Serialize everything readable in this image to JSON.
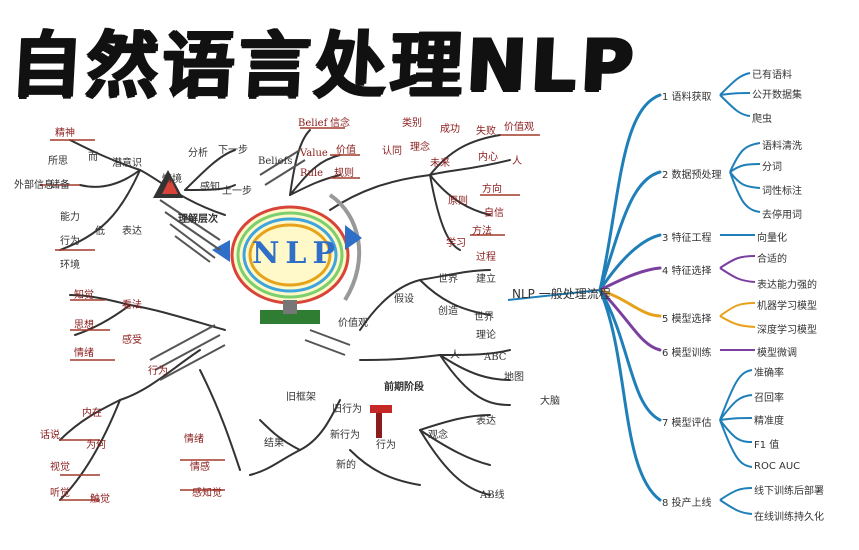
{
  "title": "自然语言处理NLP",
  "center": {
    "badge_text": "NLP",
    "flow_title": "NLP 一般处理流程"
  },
  "flow": {
    "steps": [
      {
        "label": "1  语料获取",
        "color": "#1f7fb8",
        "leaves": [
          "已有语料",
          "公开数据集",
          "爬虫"
        ]
      },
      {
        "label": "2  数据预处理",
        "color": "#1f7fb8",
        "leaves": [
          "语料清洗",
          "分词",
          "词性标注",
          "去停用词"
        ]
      },
      {
        "label": "3  特征工程",
        "color": "#1f7fb8",
        "leaves": [
          "向量化"
        ]
      },
      {
        "label": "4  特征选择",
        "color": "#7b3fa0",
        "leaves": [
          "合适的",
          "表达能力强的"
        ]
      },
      {
        "label": "5  模型选择",
        "color": "#e7a21b",
        "leaves": [
          "机器学习模型",
          "深度学习模型"
        ]
      },
      {
        "label": "6  模型训练",
        "color": "#7b3fa0",
        "leaves": [
          "模型微调"
        ]
      },
      {
        "label": "7  模型评估",
        "color": "#1f7fb8",
        "leaves": [
          "准确率",
          "召回率",
          "精准度",
          "F1 值",
          "ROC   AUC"
        ]
      },
      {
        "label": "8  投产上线",
        "color": "#1f7fb8",
        "leaves": [
          "线下训练后部署",
          "在线训练持久化"
        ]
      }
    ]
  },
  "left_map": {
    "top_left": [
      "精神",
      "所思",
      "而",
      "潜意识",
      "外部信息",
      "储备",
      "能力",
      "行为",
      "低",
      "表达",
      "环境",
      "分析",
      "下一步",
      "情境",
      "感知",
      "上一步",
      "理解层次"
    ],
    "top_mid": [
      "Belief",
      "信念",
      "Value",
      "价值",
      "Rule",
      "规则",
      "Beliefs"
    ],
    "top_right": [
      "类别",
      "成功",
      "失败",
      "价值观",
      "认同",
      "理念",
      "内心",
      "未来",
      "人",
      "原则",
      "方向",
      "自信",
      "方法",
      "学习",
      "过程"
    ],
    "mid_left": [
      "知觉",
      "思想",
      "情绪",
      "看法",
      "感受",
      "行为"
    ],
    "bottom_left": [
      "话说",
      "内在",
      "为何",
      "视觉",
      "听觉",
      "触觉",
      "情绪",
      "情感",
      "感知觉"
    ],
    "bottom_mid": [
      "旧框架",
      "旧行为",
      "结果",
      "新行为",
      "行为",
      "新的",
      "前期阶段"
    ],
    "bottom_right": [
      "世界",
      "建立",
      "假设",
      "创造",
      "世界",
      "价值观",
      "人",
      "ABC",
      "理论",
      "地图",
      "大脑",
      "观念",
      "表达",
      "AB线"
    ]
  }
}
